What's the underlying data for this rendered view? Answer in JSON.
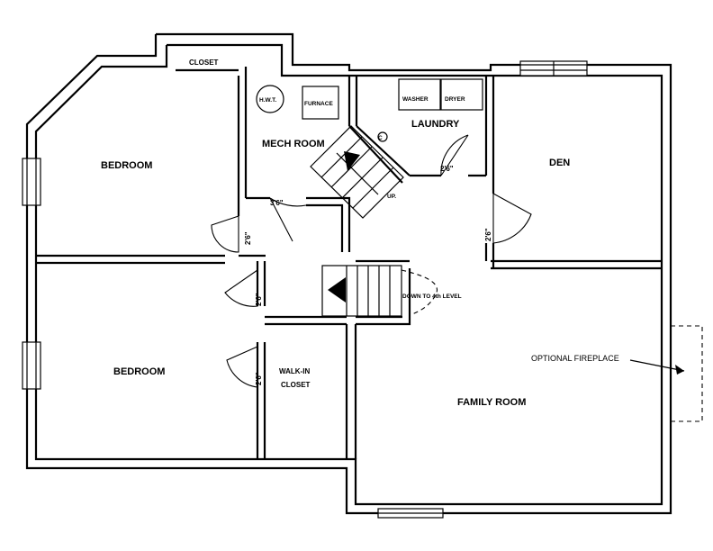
{
  "rooms": {
    "bedroom_upper": "BEDROOM",
    "bedroom_lower": "BEDROOM",
    "closet": "CLOSET",
    "mech_room": "MECH ROOM",
    "laundry": "LAUNDRY",
    "den": "DEN",
    "family_room": "FAMILY ROOM",
    "walk_in_line1": "WALK-IN",
    "walk_in_line2": "CLOSET"
  },
  "fixtures": {
    "hwt": "H.W.T.",
    "furnace": "FURNACE",
    "washer": "WASHER",
    "dryer": "DRYER"
  },
  "doors": {
    "d1": "3'6\"",
    "d2": "2'6\"",
    "d3": "2'6\"",
    "d4": "2'6\"",
    "d5": "2'6\"",
    "d6": "2'6\""
  },
  "stairs": {
    "up": "UP.",
    "down": "DOWN TO 4th LEVEL"
  },
  "annotations": {
    "fireplace": "OPTIONAL FIREPLACE"
  }
}
